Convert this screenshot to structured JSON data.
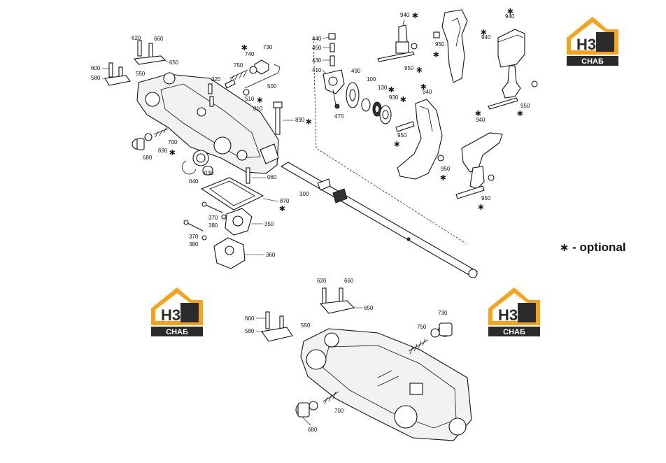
{
  "brand": {
    "logo_letters": "H3",
    "logo_text": "СНАБ",
    "colors": {
      "accent": "#f5a31a",
      "dark": "#2b2b2b",
      "light": "#ffffff"
    }
  },
  "legend": {
    "symbol": "∗",
    "text": "- optional"
  },
  "asterisk": "∗",
  "callouts_upper": [
    "620",
    "660",
    "650",
    "600",
    "580",
    "550",
    "740",
    "730",
    "750",
    "320",
    "500",
    "510",
    "010",
    "890",
    "700",
    "690",
    "680",
    "030",
    "040",
    "060",
    "870",
    "300",
    "370",
    "380",
    "350",
    "370",
    "380",
    "360",
    "440",
    "450",
    "430",
    "410",
    "490",
    "100",
    "130",
    "930",
    "470",
    "940",
    "950",
    "940",
    "950",
    "940",
    "950",
    "940",
    "950",
    "940",
    "950"
  ],
  "callouts_lower": [
    "620",
    "660",
    "650",
    "600",
    "580",
    "550",
    "750",
    "730",
    "700",
    "680"
  ]
}
